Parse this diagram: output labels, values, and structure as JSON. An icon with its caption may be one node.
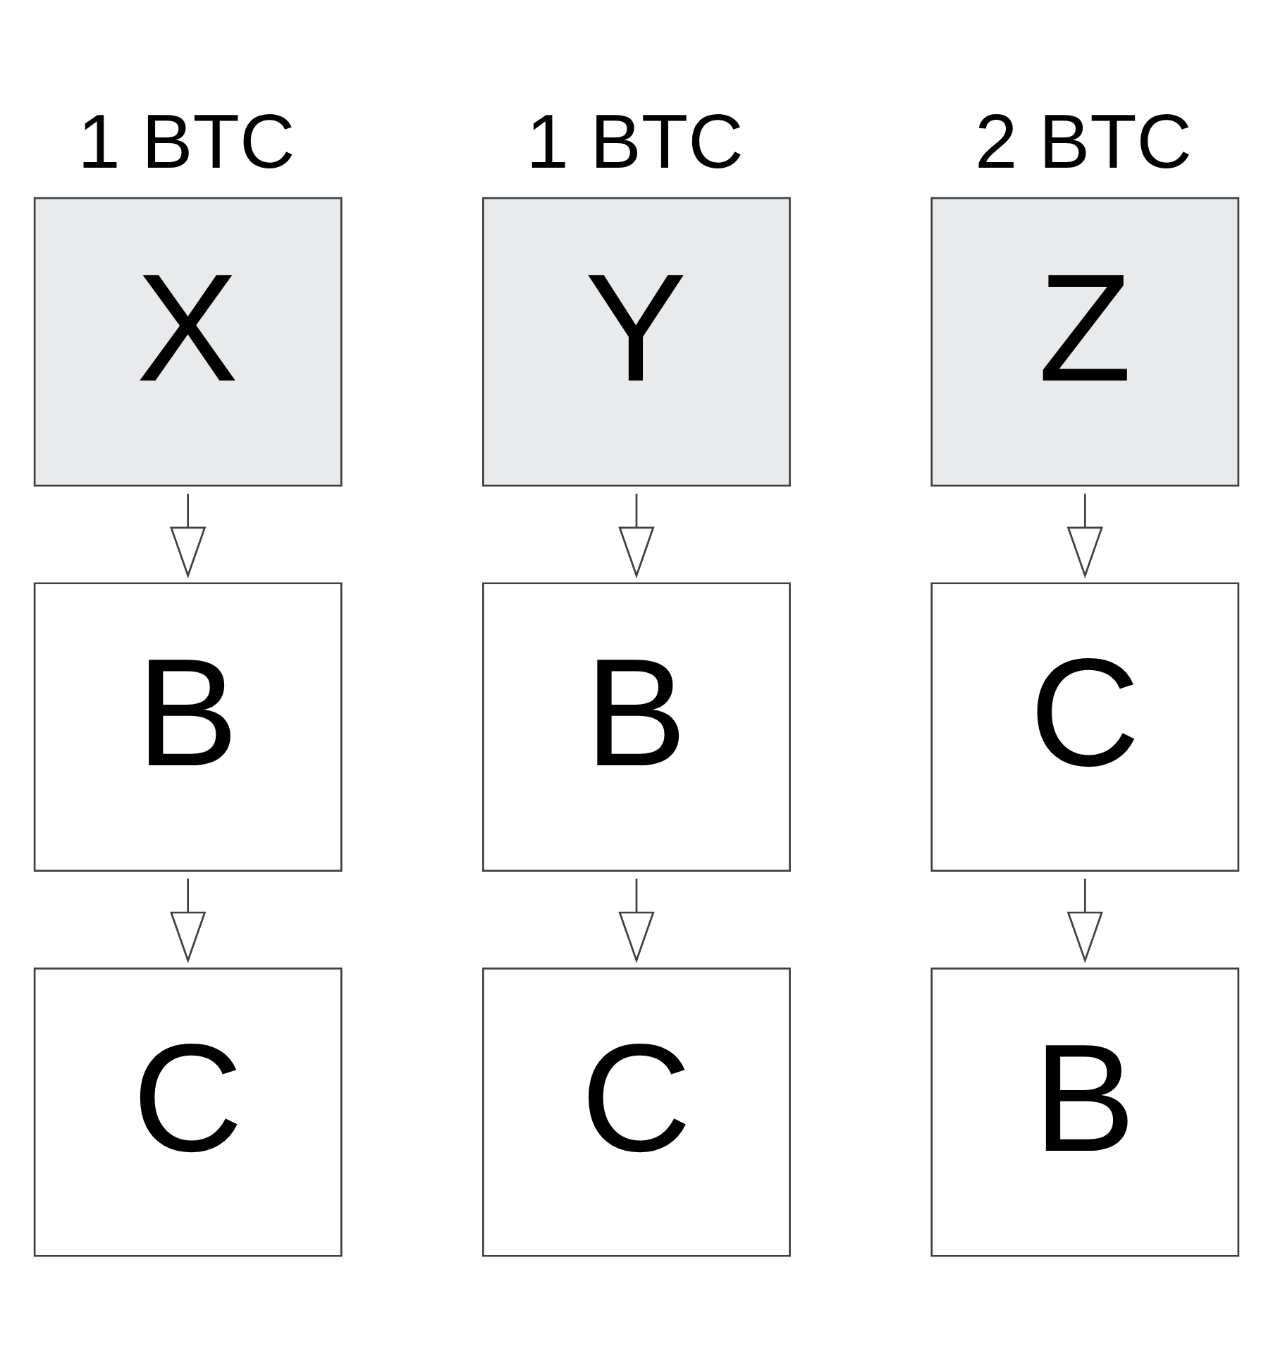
{
  "diagram": {
    "nodes": [
      {
        "text": [
          "1 BTC",
          "X"
        ]
      },
      {
        "text": [
          "1 BTC",
          "Y"
        ]
      },
      {
        "text": [
          "2 BTC",
          "Z"
        ]
      },
      {
        "text": [
          "B"
        ]
      },
      {
        "text": [
          "B"
        ]
      },
      {
        "text": [
          "C"
        ]
      },
      {
        "text": [
          "C"
        ]
      },
      {
        "text": [
          "C"
        ]
      },
      {
        "text": [
          "B"
        ]
      }
    ],
    "edges": [
      {
        "from": 0,
        "to": 3,
        "arrow": "to"
      },
      {
        "from": 3,
        "to": 6,
        "arrow": "to"
      },
      {
        "from": 1,
        "to": 4,
        "arrow": "to"
      },
      {
        "from": 4,
        "to": 7,
        "arrow": "to"
      },
      {
        "from": 2,
        "to": 5,
        "arrow": "to"
      },
      {
        "from": 5,
        "to": 8,
        "arrow": "to"
      }
    ]
  }
}
